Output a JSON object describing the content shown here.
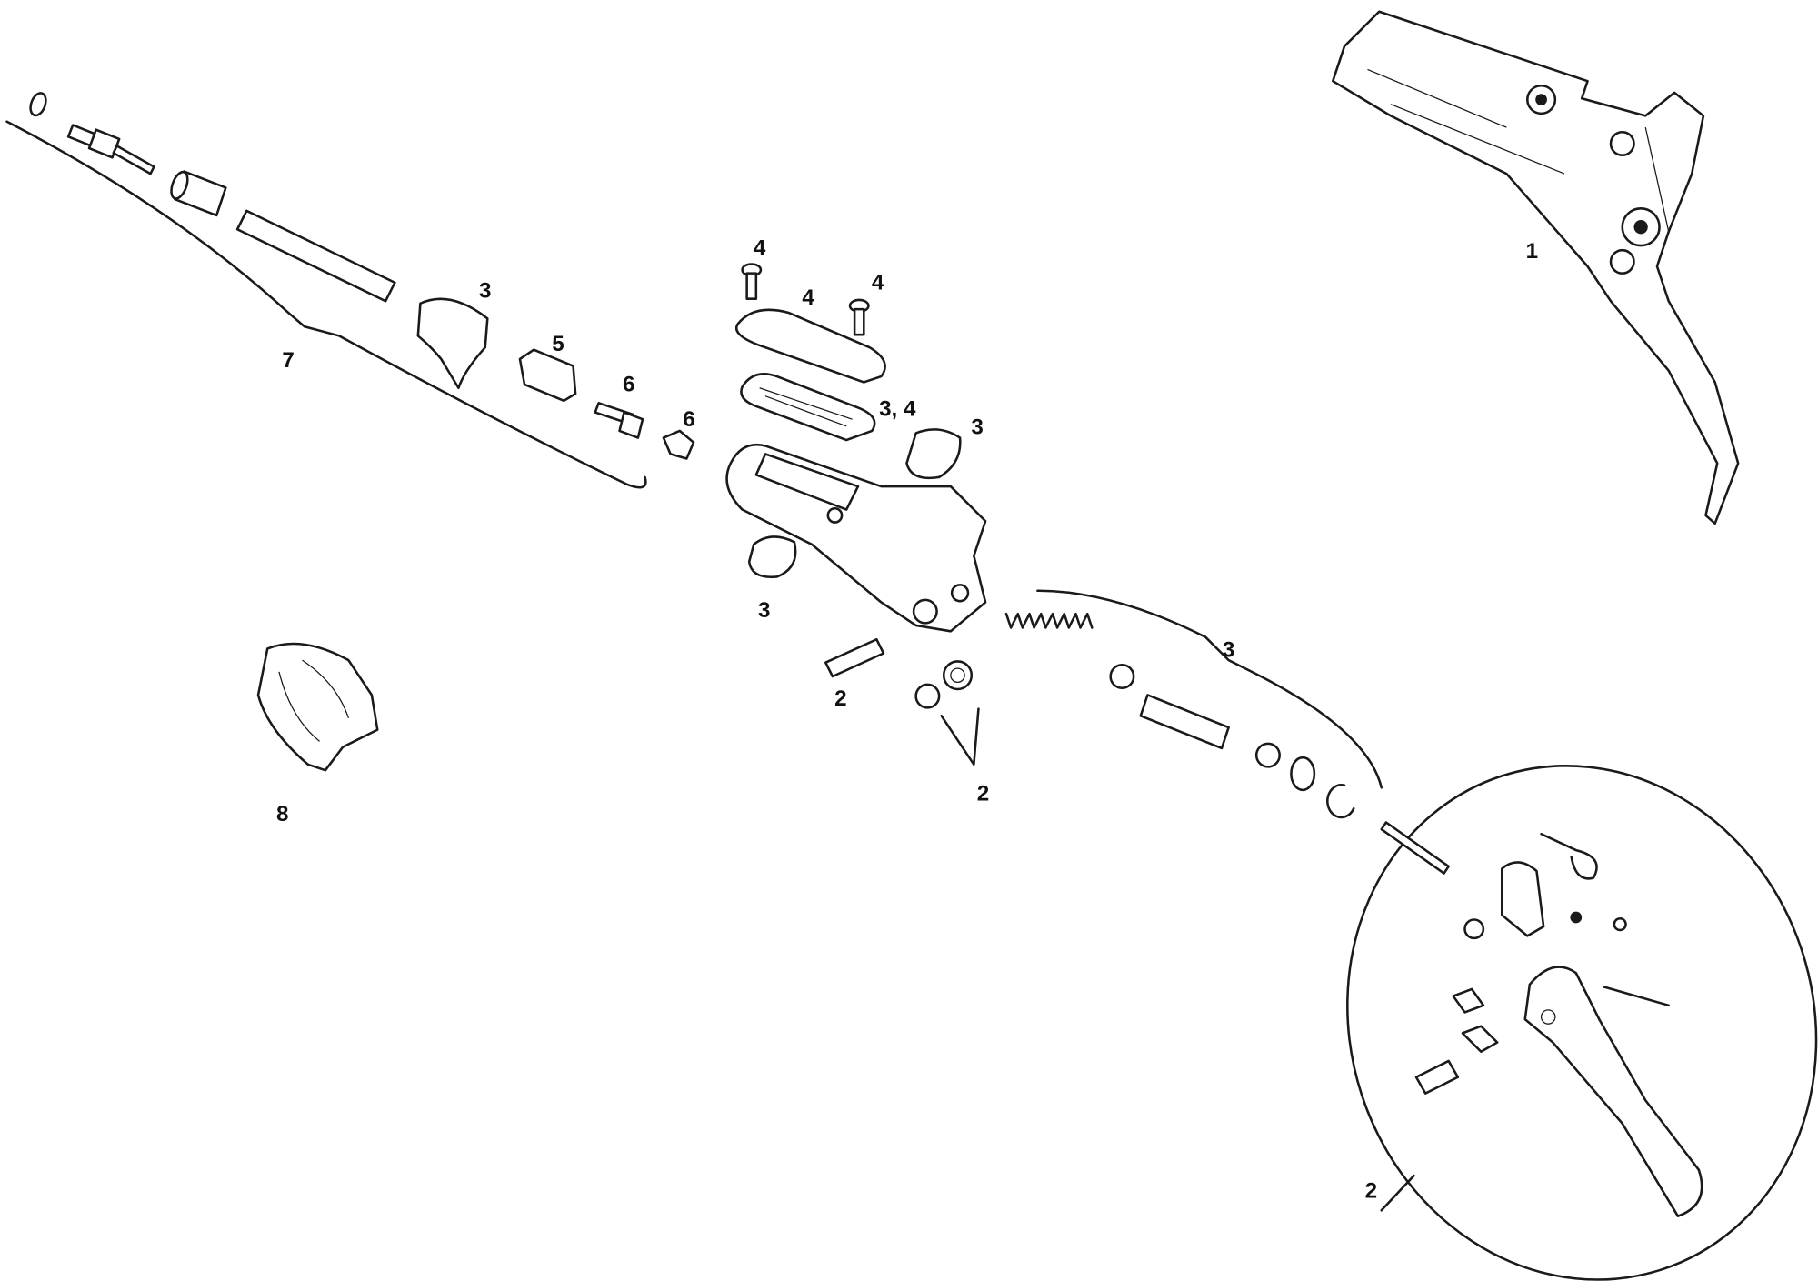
{
  "diagram": {
    "type": "exploded-parts-diagram",
    "colors": {
      "line": "#1a1a1a",
      "background": "#ffffff"
    },
    "callouts": [
      {
        "id": "lever-assembly",
        "label": "1"
      },
      {
        "id": "hose-kit-bracket",
        "label": "7"
      },
      {
        "id": "hose-clip",
        "label": "3"
      },
      {
        "id": "compression-nut",
        "label": "5"
      },
      {
        "id": "bleed-screw",
        "label": "6"
      },
      {
        "id": "bleed-fitting",
        "label": "6"
      },
      {
        "id": "cover-bolt-left",
        "label": "4"
      },
      {
        "id": "reservoir-cover",
        "label": "4"
      },
      {
        "id": "cover-bolt-right",
        "label": "4"
      },
      {
        "id": "diaphragm",
        "label": "3, 4"
      },
      {
        "id": "bleed-port-right",
        "label": "3"
      },
      {
        "id": "bleed-port-left",
        "label": "3"
      },
      {
        "id": "piston-kit",
        "label": "3"
      },
      {
        "id": "pivot-pin",
        "label": "2"
      },
      {
        "id": "bushings",
        "label": "2"
      },
      {
        "id": "clamp",
        "label": "8"
      },
      {
        "id": "lever-blade-kit",
        "label": "2"
      }
    ]
  }
}
